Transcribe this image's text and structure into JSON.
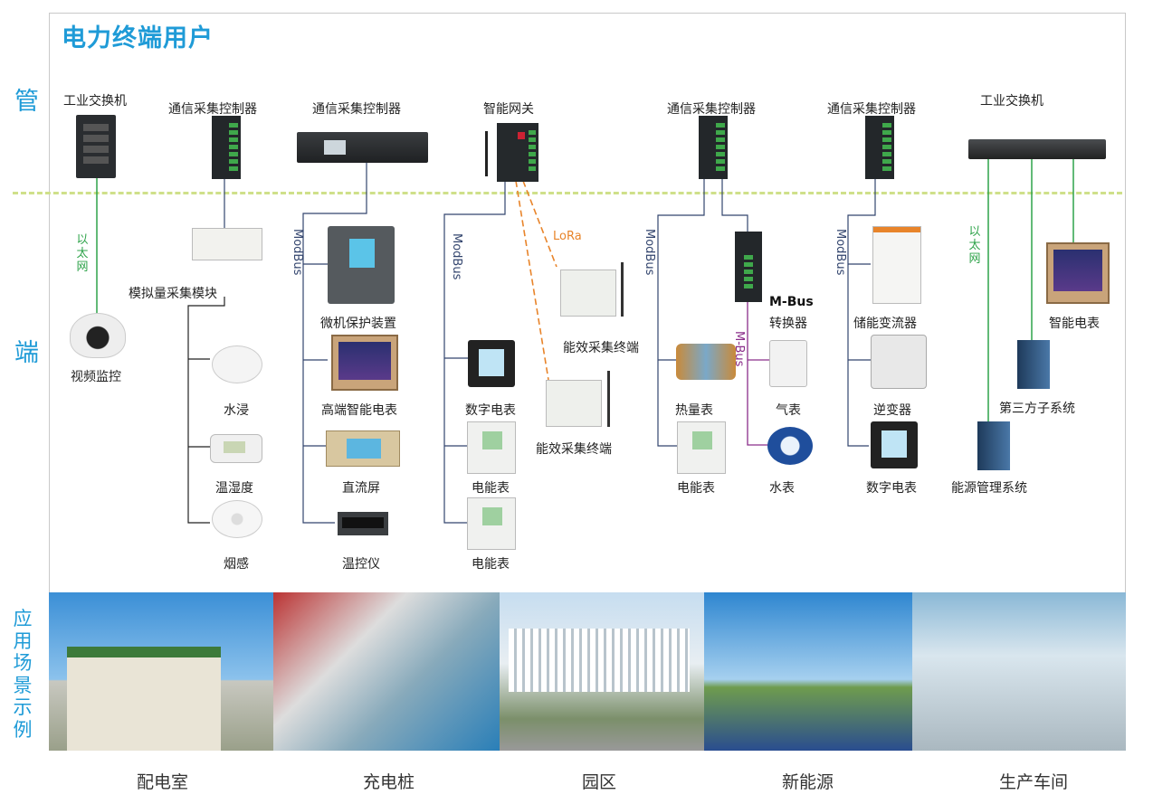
{
  "title": "电力终端用户",
  "sections": {
    "management": "管",
    "terminal": "端",
    "scenarios": [
      "应",
      "用",
      "场",
      "景",
      "示",
      "例"
    ]
  },
  "top_devices": {
    "industrial_switch_left": "工业交换机",
    "controller_1": "通信采集控制器",
    "controller_2": "通信采集控制器",
    "smart_gateway": "智能网关",
    "controller_3": "通信采集控制器",
    "controller_4": "通信采集控制器",
    "industrial_switch_right": "工业交换机"
  },
  "protocols": {
    "ethernet": "以太网",
    "modbus": "ModBus",
    "lora": "LoRa",
    "mbus": "M-Bus"
  },
  "terminal_devices": {
    "video": "视频监控",
    "analog_module": "模拟量采集模块",
    "water_leak": "水浸",
    "temp_humidity": "温湿度",
    "smoke": "烟感",
    "relay_protection": "微机保护装置",
    "high_end_meter": "高端智能电表",
    "dc_screen": "直流屏",
    "temp_controller": "温控仪",
    "digital_meter_1": "数字电表",
    "energy_meter_1": "电能表",
    "energy_meter_2": "电能表",
    "energy_terminal_1": "能效采集终端",
    "energy_terminal_2": "能效采集终端",
    "heat_meter": "热量表",
    "energy_meter_3": "电能表",
    "mbus_converter_line1": "M-Bus",
    "mbus_converter_line2": "转换器",
    "gas_meter": "气表",
    "water_meter": "水表",
    "storage_converter": "储能变流器",
    "inverter": "逆变器",
    "digital_meter_2": "数字电表",
    "smart_meter": "智能电表",
    "third_party": "第三方子系统",
    "ems": "能源管理系统"
  },
  "scenes": [
    "配电室",
    "充电桩",
    "园区",
    "新能源",
    "生产车间"
  ],
  "colors": {
    "accent": "#1f9bd7",
    "ethernet": "#2ea34a",
    "modbus": "#33456e",
    "lora": "#e8842a",
    "mbus": "#8a2d8a",
    "divider": "#cfe08a"
  }
}
